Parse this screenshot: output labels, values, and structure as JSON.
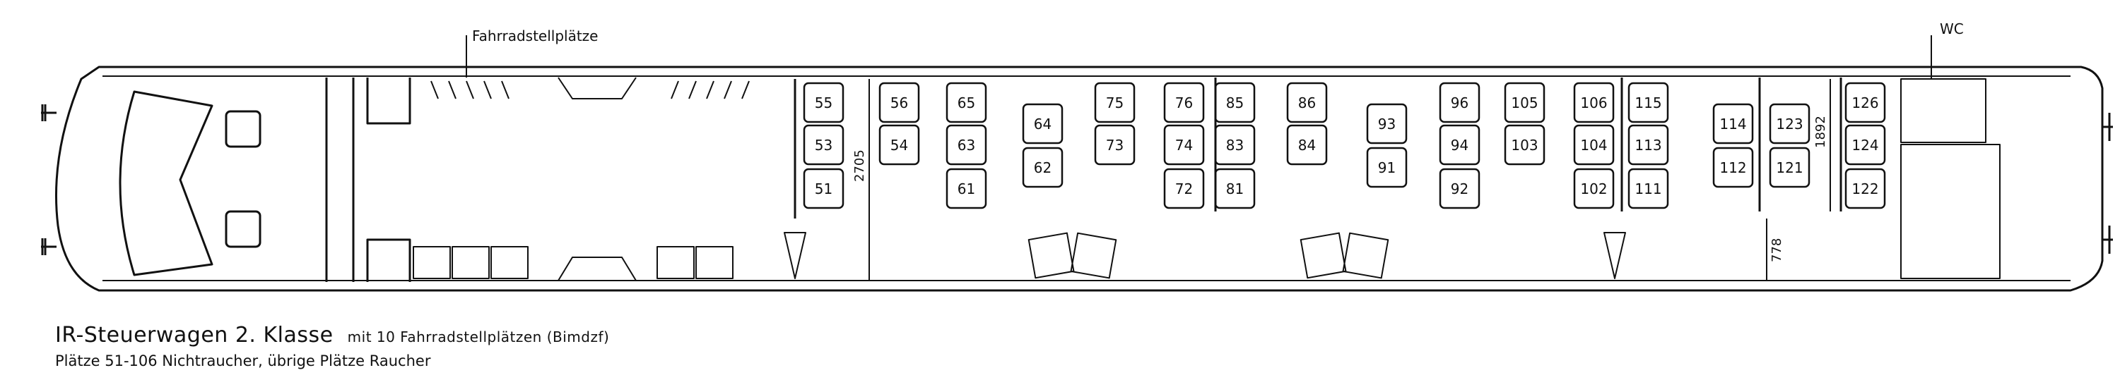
{
  "labels": {
    "bike_area": "Fahrradstellplätze",
    "wc": "WC",
    "dim_height": "2705",
    "dim_width": "1892",
    "dim_aisle": "778"
  },
  "caption": {
    "title_main": "IR-Steuerwagen 2. Klasse",
    "title_note": "mit 10 Fahrradstellplätzen (Bimdzf)",
    "subtitle": "Plätze 51-106 Nichtraucher, übrige Plätze Raucher"
  },
  "seats": [
    {
      "id": "51"
    },
    {
      "id": "53"
    },
    {
      "id": "55"
    },
    {
      "id": "54"
    },
    {
      "id": "56"
    },
    {
      "id": "61"
    },
    {
      "id": "63"
    },
    {
      "id": "65"
    },
    {
      "id": "62"
    },
    {
      "id": "64"
    },
    {
      "id": "73"
    },
    {
      "id": "75"
    },
    {
      "id": "72"
    },
    {
      "id": "74"
    },
    {
      "id": "76"
    },
    {
      "id": "81"
    },
    {
      "id": "83"
    },
    {
      "id": "85"
    },
    {
      "id": "84"
    },
    {
      "id": "86"
    },
    {
      "id": "91"
    },
    {
      "id": "93"
    },
    {
      "id": "92"
    },
    {
      "id": "94"
    },
    {
      "id": "96"
    },
    {
      "id": "103"
    },
    {
      "id": "105"
    },
    {
      "id": "102"
    },
    {
      "id": "104"
    },
    {
      "id": "106"
    },
    {
      "id": "111"
    },
    {
      "id": "113"
    },
    {
      "id": "115"
    },
    {
      "id": "112"
    },
    {
      "id": "114"
    },
    {
      "id": "121"
    },
    {
      "id": "123"
    },
    {
      "id": "122"
    },
    {
      "id": "124"
    },
    {
      "id": "126"
    }
  ]
}
